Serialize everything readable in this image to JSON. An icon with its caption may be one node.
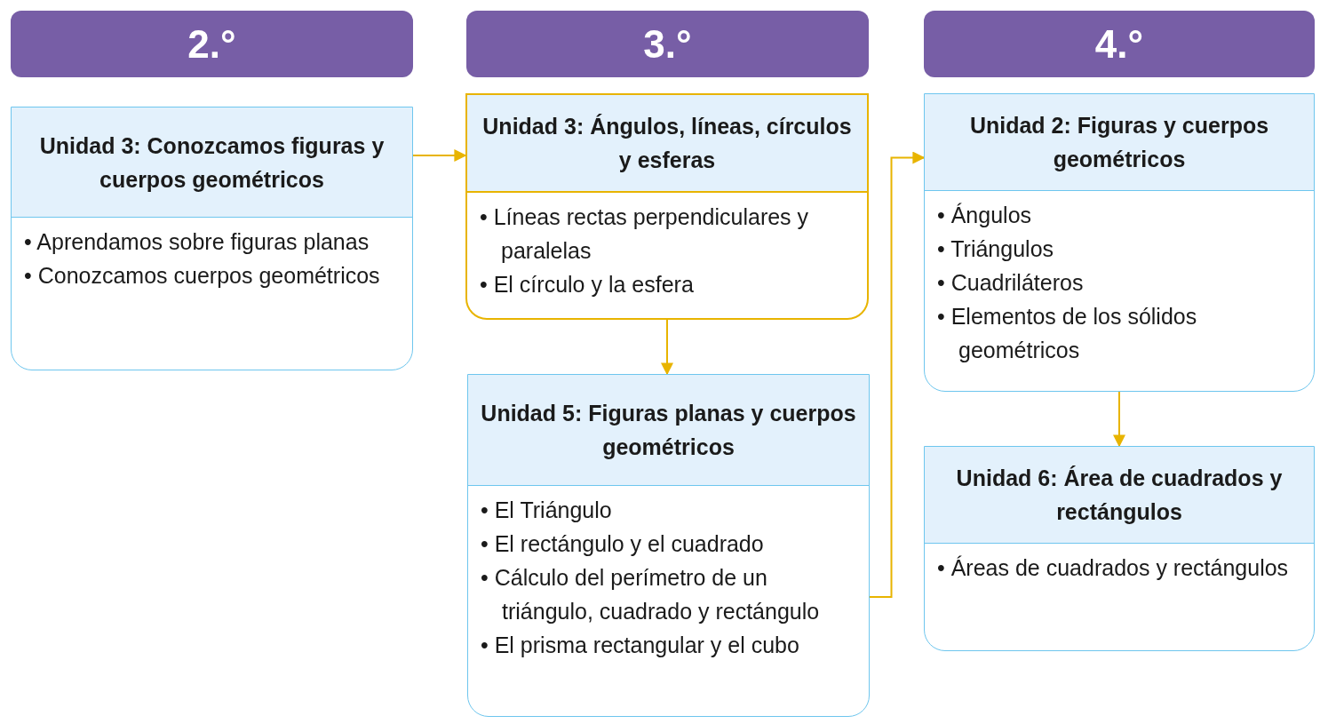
{
  "diagram": {
    "nodes": [
      {
        "text": [
          "2.°"
        ]
      },
      {
        "text": [
          "3.°"
        ]
      },
      {
        "text": [
          "4.°"
        ]
      },
      {
        "text": [
          "Unidad 3: Conozcamos figuras y cuerpos geométricos",
          "• Aprendamos sobre figuras planas",
          "• Conozcamos cuerpos geométricos"
        ]
      },
      {
        "text": [
          "Unidad 3: Ángulos, líneas, círculos y esferas",
          "• Líneas rectas perpendiculares y paralelas",
          "• El círculo y la esfera"
        ]
      },
      {
        "text": [
          "Unidad 5: Figuras planas y cuerpos geométricos",
          "• El Triángulo",
          "• El rectángulo y el cuadrado",
          "• Cálculo del perímetro de un triángulo, cuadrado y rectángulo",
          "• El prisma rectangular y el cubo"
        ]
      },
      {
        "text": [
          "Unidad 2: Figuras y cuerpos geométricos",
          "• Ángulos",
          "• Triángulos",
          "• Cuadriláteros",
          "• Elementos de los sólidos geométricos"
        ]
      },
      {
        "text": [
          "Unidad 6: Área de cuadrados y rectángulos",
          "• Áreas de cuadrados y rectángulos"
        ]
      }
    ],
    "edges": [
      {
        "from": 3,
        "to": 4,
        "arrow": "to"
      },
      {
        "from": 4,
        "to": 5,
        "arrow": "to"
      },
      {
        "from": 5,
        "to": 6,
        "arrow": "to"
      },
      {
        "from": 6,
        "to": 7,
        "arrow": "to"
      }
    ]
  }
}
